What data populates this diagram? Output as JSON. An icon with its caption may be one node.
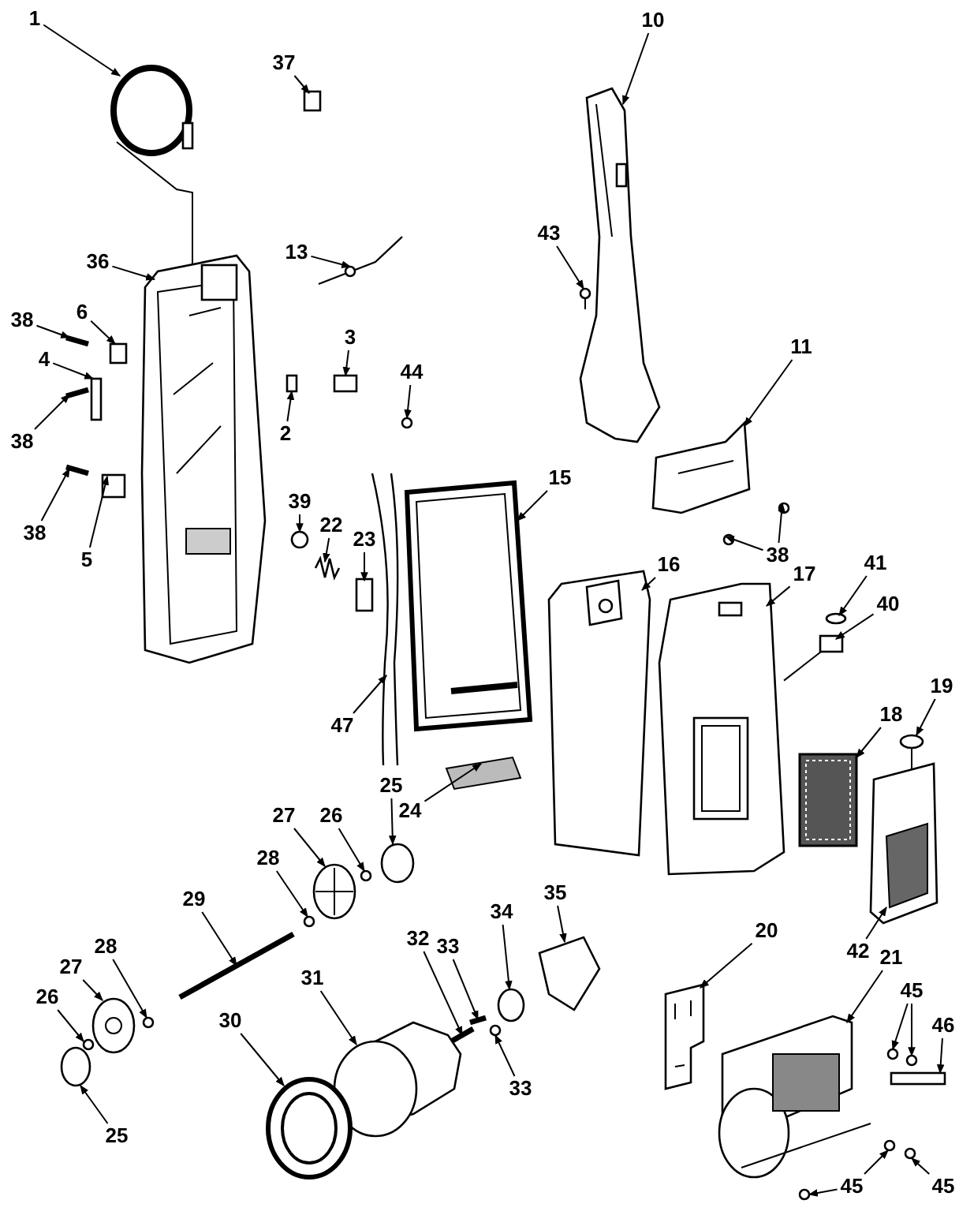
{
  "diagram": {
    "nodes": [
      {
        "text": [
          "1"
        ]
      },
      {
        "text": [
          "37"
        ]
      },
      {
        "text": [
          "10"
        ]
      },
      {
        "text": [
          "43"
        ]
      },
      {
        "text": [
          "36"
        ]
      },
      {
        "text": [
          "13"
        ]
      },
      {
        "text": [
          "6"
        ]
      },
      {
        "text": [
          "38"
        ]
      },
      {
        "text": [
          "4"
        ]
      },
      {
        "text": [
          "3"
        ]
      },
      {
        "text": [
          "11"
        ]
      },
      {
        "text": [
          "44"
        ]
      },
      {
        "text": [
          "2"
        ]
      },
      {
        "text": [
          "38"
        ]
      },
      {
        "text": [
          "15"
        ]
      },
      {
        "text": [
          "39"
        ]
      },
      {
        "text": [
          "22"
        ]
      },
      {
        "text": [
          "23"
        ]
      },
      {
        "text": [
          "5"
        ]
      },
      {
        "text": [
          "38"
        ]
      },
      {
        "text": [
          "38"
        ]
      },
      {
        "text": [
          "41"
        ]
      },
      {
        "text": [
          "16"
        ]
      },
      {
        "text": [
          "17"
        ]
      },
      {
        "text": [
          "40"
        ]
      },
      {
        "text": [
          "19"
        ]
      },
      {
        "text": [
          "18"
        ]
      },
      {
        "text": [
          "47"
        ]
      },
      {
        "text": [
          "25"
        ]
      },
      {
        "text": [
          "24"
        ]
      },
      {
        "text": [
          "27"
        ]
      },
      {
        "text": [
          "26"
        ]
      },
      {
        "text": [
          "28"
        ]
      },
      {
        "text": [
          "29"
        ]
      },
      {
        "text": [
          "34"
        ]
      },
      {
        "text": [
          "35"
        ]
      },
      {
        "text": [
          "20"
        ]
      },
      {
        "text": [
          "32"
        ]
      },
      {
        "text": [
          "33"
        ]
      },
      {
        "text": [
          "28"
        ]
      },
      {
        "text": [
          "42"
        ]
      },
      {
        "text": [
          "21"
        ]
      },
      {
        "text": [
          "27"
        ]
      },
      {
        "text": [
          "31"
        ]
      },
      {
        "text": [
          "45"
        ]
      },
      {
        "text": [
          "26"
        ]
      },
      {
        "text": [
          "30"
        ]
      },
      {
        "text": [
          "46"
        ]
      },
      {
        "text": [
          "33"
        ]
      },
      {
        "text": [
          "25"
        ]
      },
      {
        "text": [
          "45"
        ]
      },
      {
        "text": [
          "45"
        ]
      },
      {
        "text": [],
        "shape": "picture"
      },
      {
        "text": [],
        "shape": "box"
      },
      {
        "text": [],
        "shape": "picture"
      },
      {
        "text": [],
        "shape": "picture"
      },
      {
        "text": [],
        "shape": "picture"
      },
      {
        "text": [],
        "shape": "picture"
      },
      {
        "text": [],
        "shape": "box"
      },
      {
        "text": [],
        "shape": "bar"
      },
      {
        "text": [],
        "shape": "box"
      },
      {
        "text": [],
        "shape": "box"
      },
      {
        "text": [],
        "shape": "picture"
      },
      {
        "text": [],
        "shape": "circle"
      },
      {
        "text": [],
        "shape": "box"
      },
      {
        "text": [],
        "shape": "bar"
      },
      {
        "text": [],
        "shape": "picture"
      },
      {
        "text": [],
        "shape": "circle"
      },
      {
        "text": [],
        "shape": "picture"
      },
      {
        "text": [],
        "shape": "box"
      },
      {
        "text": [],
        "shape": "box"
      },
      {
        "text": [],
        "shape": "bar"
      },
      {
        "text": [],
        "shape": "circle"
      },
      {
        "text": [],
        "shape": "circle"
      },
      {
        "text": [],
        "shape": "circle"
      },
      {
        "text": [],
        "shape": "picture"
      },
      {
        "text": [],
        "shape": "picture"
      },
      {
        "text": [],
        "shape": "box"
      },
      {
        "text": [],
        "shape": "picture"
      },
      {
        "text": [],
        "shape": "picture"
      },
      {
        "text": [],
        "shape": "picture"
      },
      {
        "text": [],
        "shape": "circle"
      },
      {
        "text": [],
        "shape": "picture"
      },
      {
        "text": [],
        "shape": "picture"
      },
      {
        "text": [],
        "shape": "circle"
      },
      {
        "text": [],
        "shape": "circle"
      },
      {
        "text": [],
        "shape": "bar"
      },
      {
        "text": [],
        "shape": "circle"
      },
      {
        "text": [],
        "shape": "picture"
      },
      {
        "text": [],
        "shape": "picture"
      },
      {
        "text": [],
        "shape": "bar"
      },
      {
        "text": [],
        "shape": "bar"
      },
      {
        "text": [],
        "shape": "circle"
      },
      {
        "text": [],
        "shape": "circle"
      },
      {
        "text": [],
        "shape": "picture"
      },
      {
        "text": [],
        "shape": "picture"
      },
      {
        "text": [],
        "shape": "picture"
      },
      {
        "text": [],
        "shape": "picture"
      },
      {
        "text": [],
        "shape": "circle"
      },
      {
        "text": [],
        "shape": "circle"
      },
      {
        "text": [],
        "shape": "circle"
      },
      {
        "text": [],
        "shape": "picture"
      },
      {
        "text": [],
        "shape": "box"
      },
      {
        "text": [],
        "shape": "circle"
      },
      {
        "text": [],
        "shape": "circle"
      },
      {
        "text": [],
        "shape": "circle"
      },
      {
        "text": [],
        "shape": "circle"
      }
    ],
    "edges": [
      {
        "from": 0,
        "to": 52,
        "arrow": "to"
      },
      {
        "from": 1,
        "to": 53,
        "arrow": "to"
      },
      {
        "from": 2,
        "to": 54,
        "arrow": "to"
      },
      {
        "from": 3,
        "to": 55,
        "arrow": "to"
      },
      {
        "from": 4,
        "to": 56,
        "arrow": "to"
      },
      {
        "from": 5,
        "to": 57,
        "arrow": "to"
      },
      {
        "from": 6,
        "to": 58,
        "arrow": "to"
      },
      {
        "from": 7,
        "to": 59,
        "arrow": "to"
      },
      {
        "from": 8,
        "to": 60,
        "arrow": "to"
      },
      {
        "from": 9,
        "to": 61,
        "arrow": "to"
      },
      {
        "from": 10,
        "to": 62,
        "arrow": "to"
      },
      {
        "from": 11,
        "to": 63,
        "arrow": "to"
      },
      {
        "from": 12,
        "to": 64,
        "arrow": "to"
      },
      {
        "from": 13,
        "to": 65,
        "arrow": "to"
      },
      {
        "from": 14,
        "to": 66,
        "arrow": "to"
      },
      {
        "from": 15,
        "to": 67,
        "arrow": "to"
      },
      {
        "from": 16,
        "to": 68,
        "arrow": "to"
      },
      {
        "from": 17,
        "to": 69,
        "arrow": "to"
      },
      {
        "from": 18,
        "to": 70,
        "arrow": "to"
      },
      {
        "from": 19,
        "to": 71,
        "arrow": "to"
      },
      {
        "from": 20,
        "to": 72,
        "arrow": "to"
      },
      {
        "from": 20,
        "to": 73,
        "arrow": "to"
      },
      {
        "from": 21,
        "to": 74,
        "arrow": "to"
      },
      {
        "from": 22,
        "to": 75,
        "arrow": "to"
      },
      {
        "from": 23,
        "to": 76,
        "arrow": "to"
      },
      {
        "from": 24,
        "to": 77,
        "arrow": "to"
      },
      {
        "from": 25,
        "to": 78,
        "arrow": "to"
      },
      {
        "from": 26,
        "to": 79,
        "arrow": "to"
      },
      {
        "from": 27,
        "to": 80,
        "arrow": "to"
      },
      {
        "from": 28,
        "to": 81,
        "arrow": "to"
      },
      {
        "from": 29,
        "to": 82,
        "arrow": "to"
      },
      {
        "from": 30,
        "to": 83,
        "arrow": "to"
      },
      {
        "from": 31,
        "to": 84,
        "arrow": "to"
      },
      {
        "from": 32,
        "to": 85,
        "arrow": "to"
      },
      {
        "from": 33,
        "to": 86,
        "arrow": "to"
      },
      {
        "from": 34,
        "to": 87,
        "arrow": "to"
      },
      {
        "from": 35,
        "to": 88,
        "arrow": "to"
      },
      {
        "from": 36,
        "to": 89,
        "arrow": "to"
      },
      {
        "from": 37,
        "to": 90,
        "arrow": "to"
      },
      {
        "from": 38,
        "to": 91,
        "arrow": "to"
      },
      {
        "from": 39,
        "to": 93,
        "arrow": "to"
      },
      {
        "from": 40,
        "to": 94,
        "arrow": "to"
      },
      {
        "from": 41,
        "to": 95,
        "arrow": "to"
      },
      {
        "from": 42,
        "to": 96,
        "arrow": "to"
      },
      {
        "from": 43,
        "to": 97,
        "arrow": "to"
      },
      {
        "from": 44,
        "to": 98,
        "arrow": "to"
      },
      {
        "from": 44,
        "to": 99,
        "arrow": "to"
      },
      {
        "from": 45,
        "to": 100,
        "arrow": "to"
      },
      {
        "from": 46,
        "to": 101,
        "arrow": "to"
      },
      {
        "from": 47,
        "to": 102,
        "arrow": "to"
      },
      {
        "from": 48,
        "to": 92,
        "arrow": "to"
      },
      {
        "from": 49,
        "to": 103,
        "arrow": "to"
      },
      {
        "from": 50,
        "to": 104,
        "arrow": "to"
      },
      {
        "from": 50,
        "to": 105,
        "arrow": "to"
      },
      {
        "from": 51,
        "to": 106,
        "arrow": "to"
      },
      {
        "from": 76,
        "to": 77,
        "arrow": "none"
      }
    ]
  }
}
